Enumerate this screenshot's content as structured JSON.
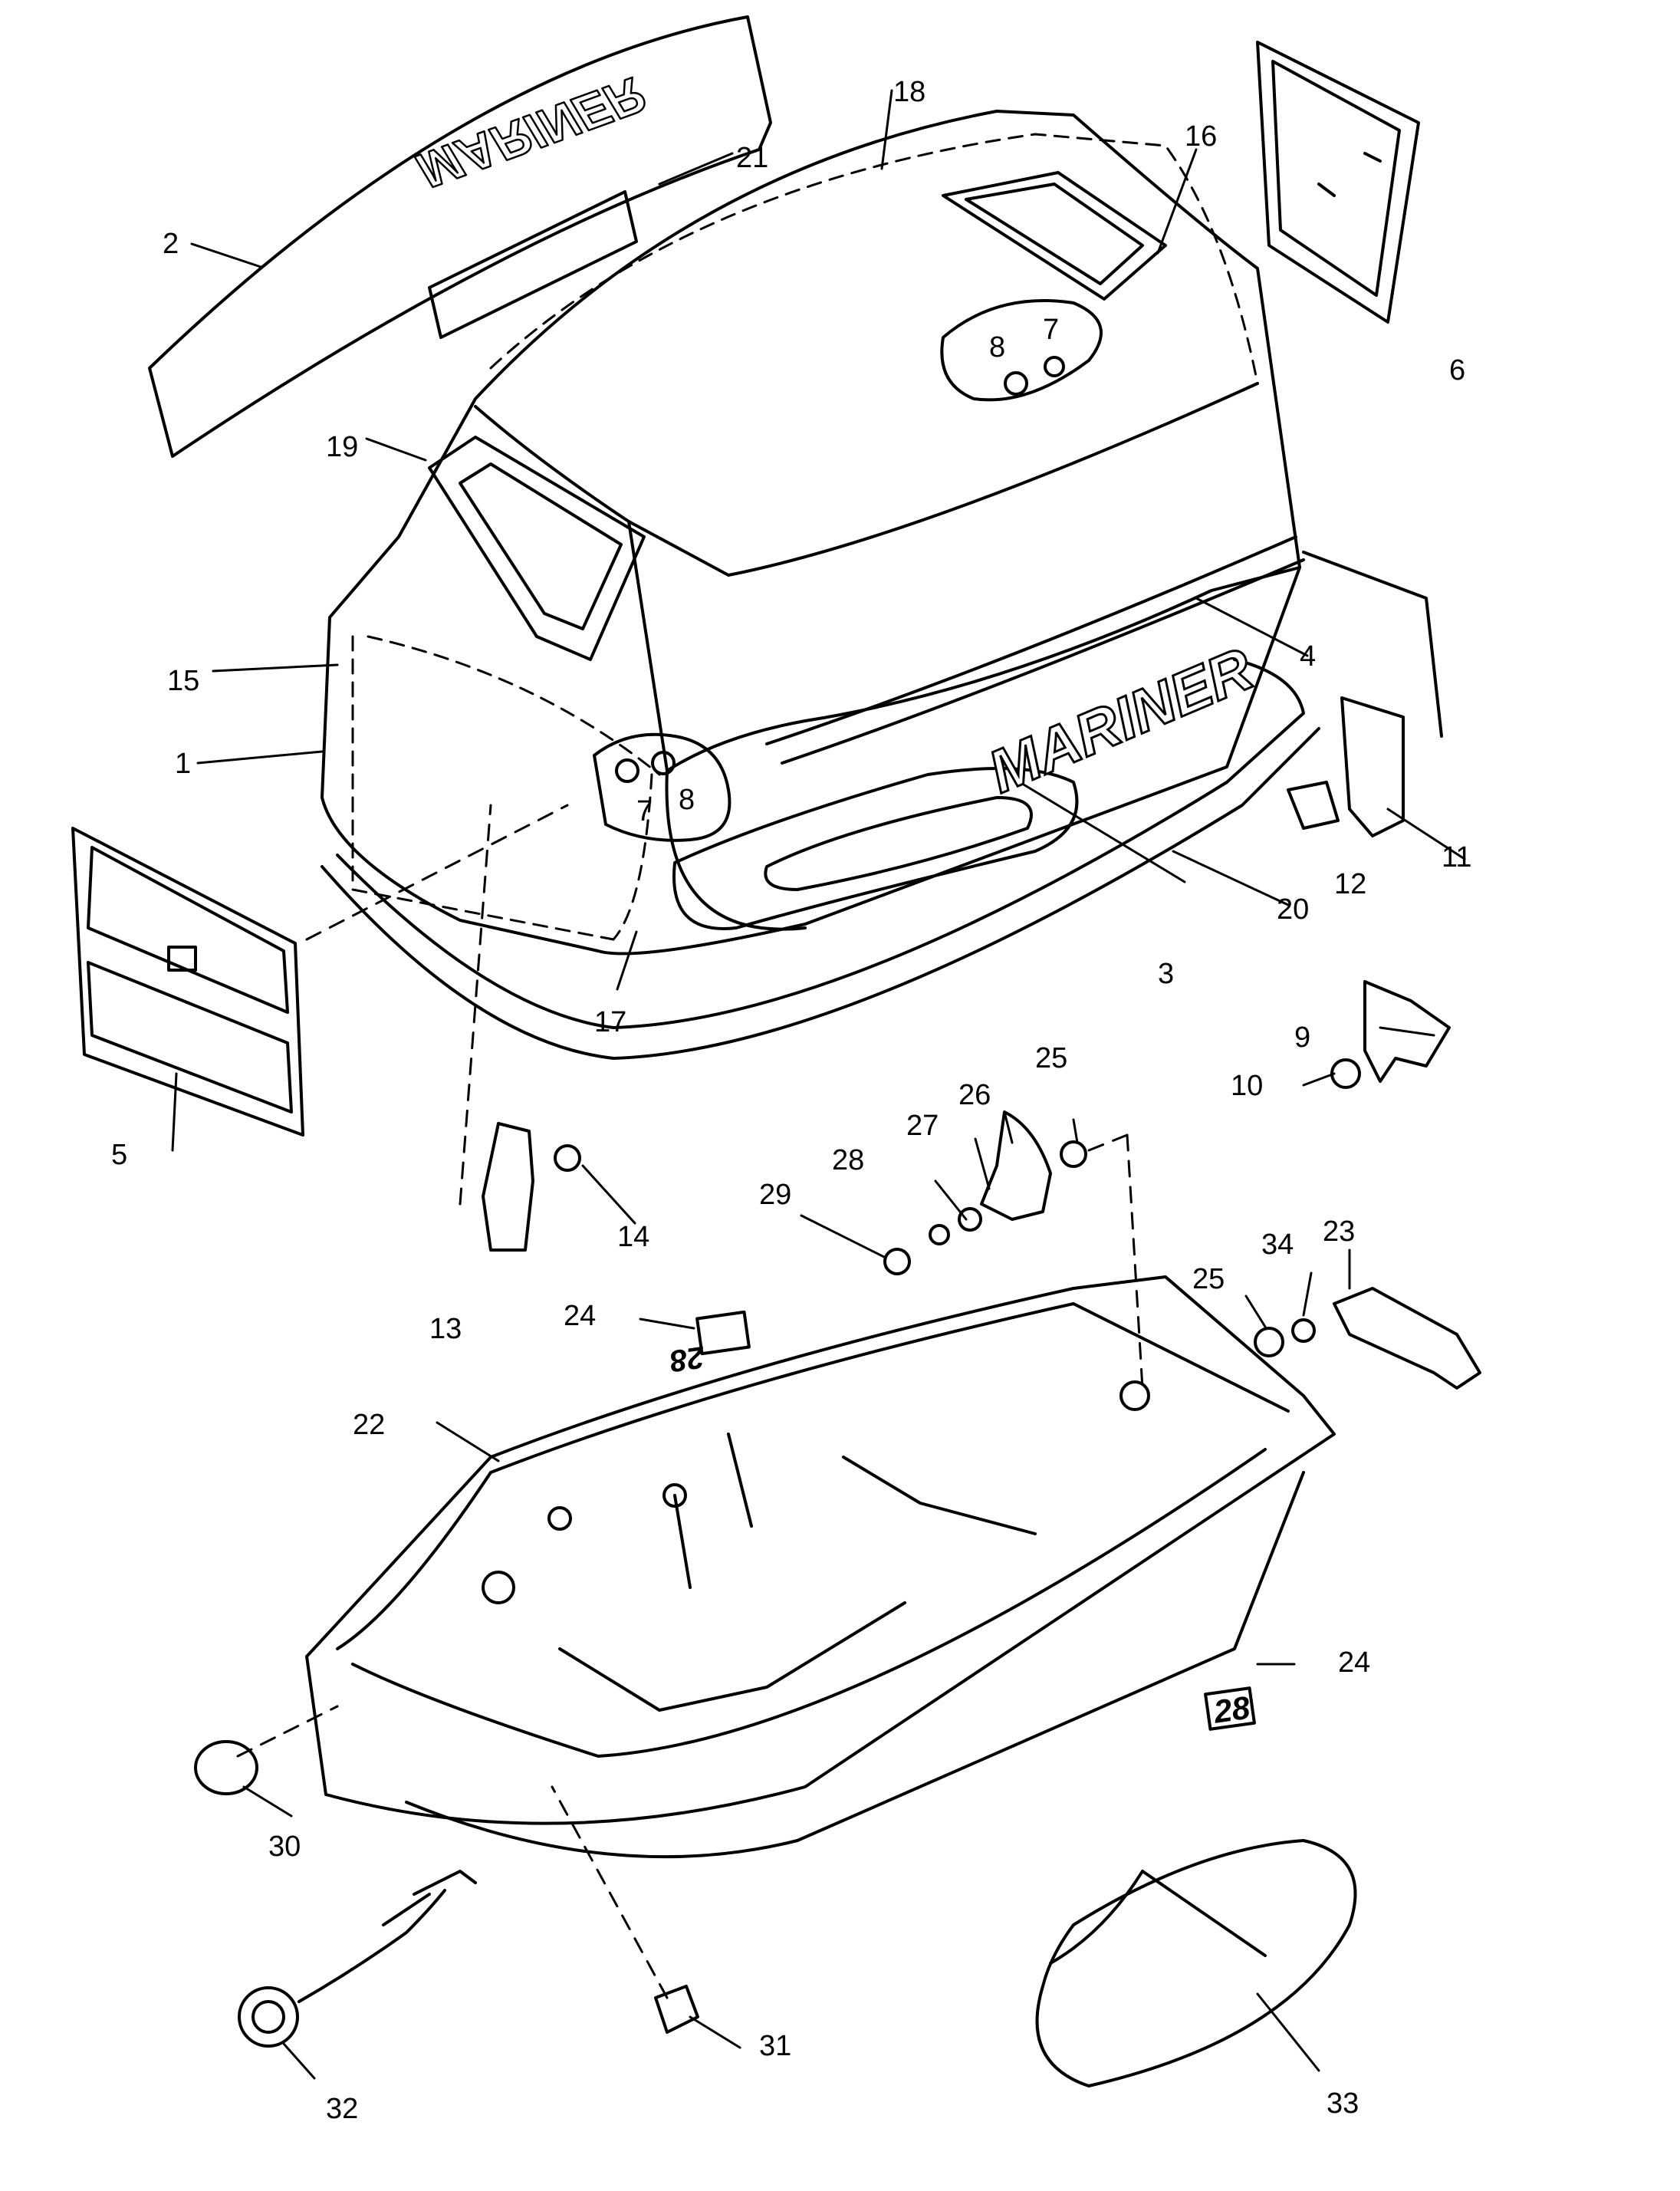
{
  "diagram": {
    "brand_front": "MARINER",
    "brand_top": "MARINER",
    "sticker_badge": "28",
    "sticker_badge_inverted": "28",
    "callouts": [
      "1",
      "2",
      "3",
      "4",
      "5",
      "6",
      "7",
      "8",
      "7",
      "8",
      "9",
      "10",
      "11",
      "12",
      "13",
      "14",
      "15",
      "16",
      "17",
      "18",
      "19",
      "20",
      "21",
      "22",
      "23",
      "24",
      "24",
      "25",
      "25",
      "26",
      "27",
      "28",
      "29",
      "30",
      "31",
      "32",
      "33",
      "34"
    ]
  }
}
